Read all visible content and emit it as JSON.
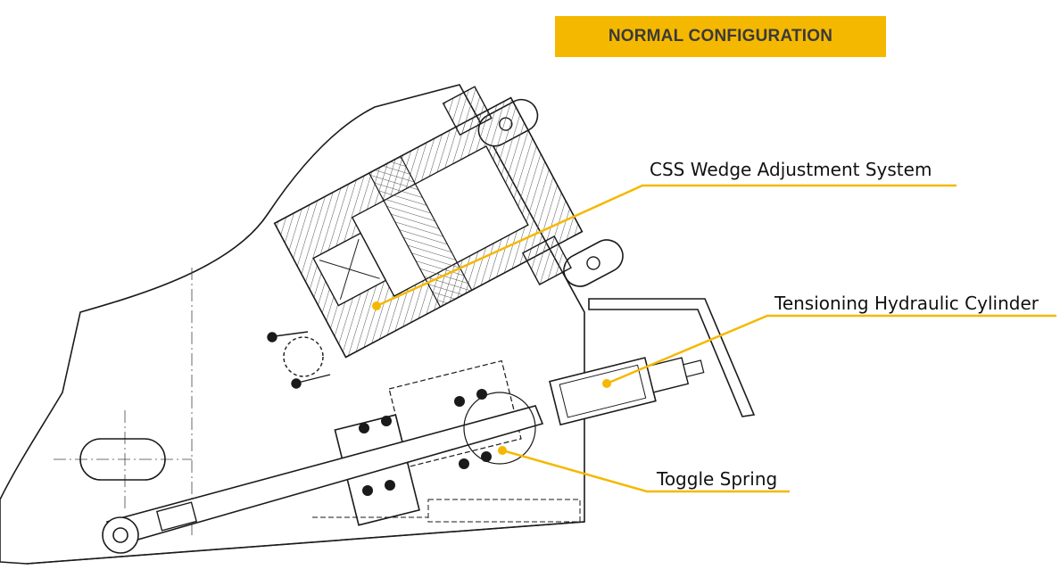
{
  "title": "NORMAL CONFIGURATION",
  "colors": {
    "accent": "#f5b800",
    "line": "#1a1a1a",
    "hatch": "#555555",
    "background": "#ffffff"
  },
  "callouts": [
    {
      "id": "css-wedge",
      "label": "CSS Wedge Adjustment System"
    },
    {
      "id": "tension-cyl",
      "label": "Tensioning Hydraulic Cylinder"
    },
    {
      "id": "toggle-spring",
      "label": "Toggle Spring"
    }
  ]
}
